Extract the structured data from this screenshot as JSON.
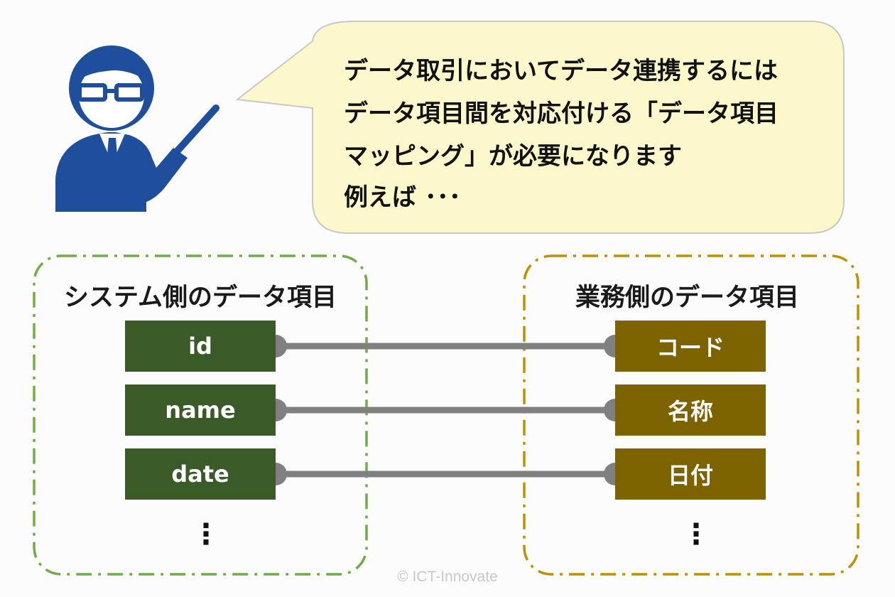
{
  "speech_bubble": {
    "lines": [
      "データ取引においてデータ連携するには",
      "データ項目間を対応付ける「データ項目",
      "マッピング」が必要になります",
      "例えば ･･･"
    ]
  },
  "system_group": {
    "title": "システム側のデータ項目",
    "items": [
      "id",
      "name",
      "date"
    ],
    "more": "⋮"
  },
  "business_group": {
    "title": "業務側のデータ項目",
    "items": [
      "コード",
      "名称",
      "日付"
    ],
    "more": "⋮"
  },
  "copyright": "© ICT-Innovate",
  "colors": {
    "presenter": "#1f4e9c",
    "bubble_fill": "#fcf8cc",
    "bubble_stroke": "#c8c8c8",
    "system_border": "#70ad47",
    "system_item": "#3a5a28",
    "business_border": "#bf9000",
    "business_item": "#7d6300",
    "connector": "#808080"
  }
}
